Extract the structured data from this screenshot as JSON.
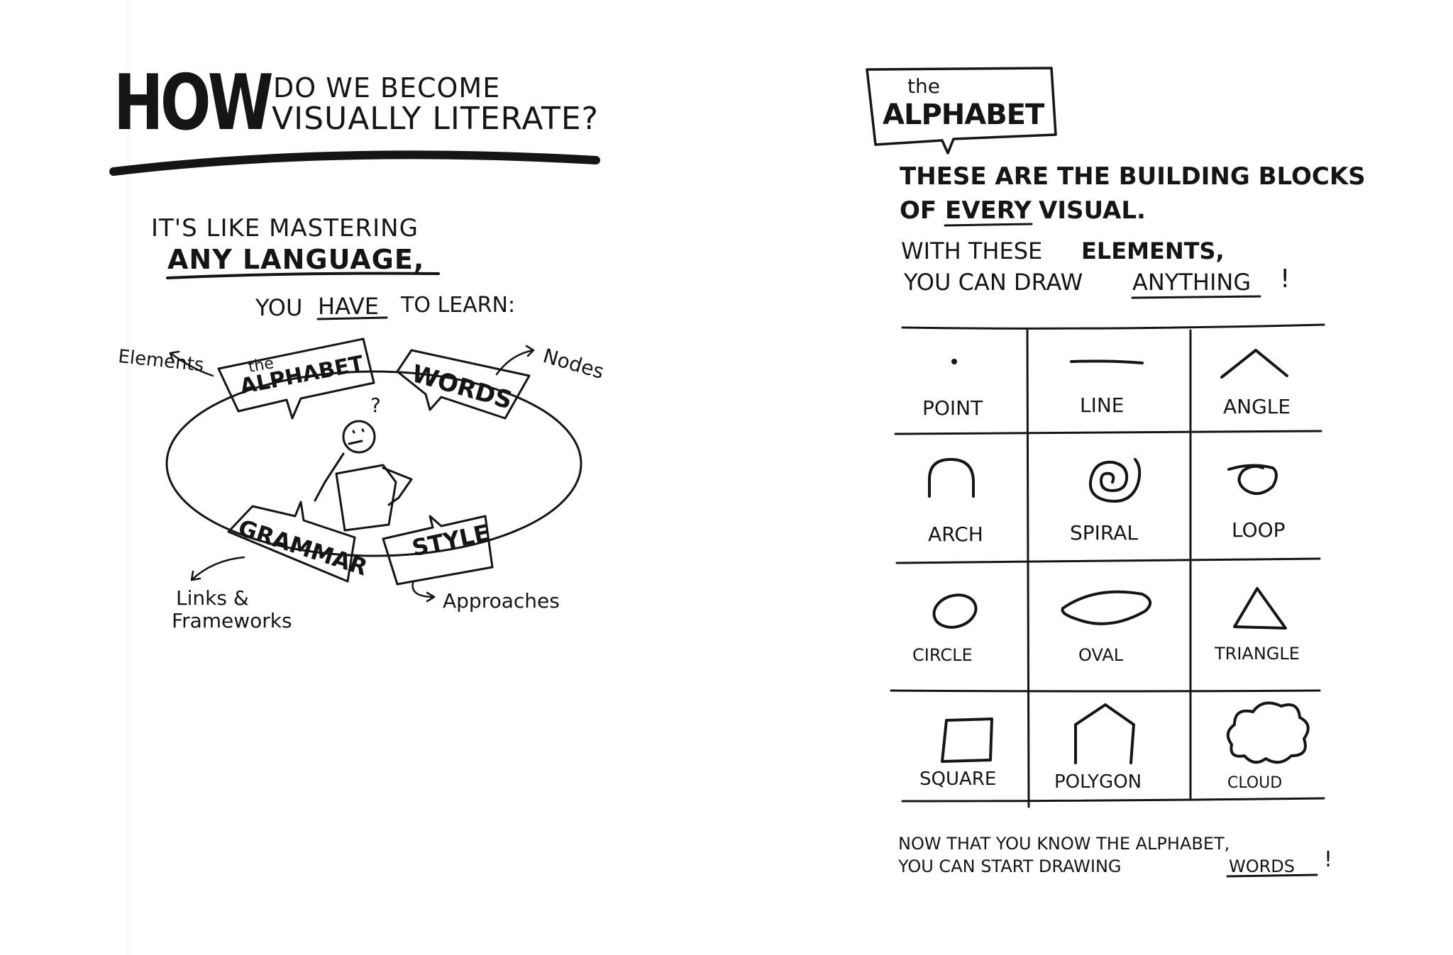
{
  "left_page": {
    "title_big": "HOW",
    "title_line1": "DO WE BECOME",
    "title_line2": "VISUALLY LITERATE?",
    "intro_line1": "IT'S LIKE MASTERING",
    "intro_line2": "ANY LANGUAGE,",
    "intro_line3_a": "YOU",
    "intro_line3_b": "HAVE",
    "intro_line3_c": "TO LEARN:",
    "diagram": {
      "alphabet_small": "the",
      "alphabet_big": "ALPHABET",
      "words": "WORDS",
      "grammar": "GRAMMAR",
      "style": "STYLE",
      "note_elements": "Elements",
      "note_nodes": "Nodes",
      "note_links_1": "Links &",
      "note_links_2": "Frameworks",
      "note_approaches": "Approaches",
      "question_mark": "?"
    }
  },
  "right_page": {
    "badge_small": "the",
    "badge_big": "ALPHABET",
    "heading_line1": "THESE ARE THE BUILDING BLOCKS",
    "heading_line2_a": "OF",
    "heading_line2_b": "EVERY",
    "heading_line2_c": "VISUAL.",
    "sub_line1_a": "WITH THESE",
    "sub_line1_b": "ELEMENTS,",
    "sub_line2_a": "YOU CAN DRAW",
    "sub_line2_b": "ANYTHING",
    "sub_line2_c": "!",
    "grid": [
      {
        "label": "POINT",
        "icon": "point-icon"
      },
      {
        "label": "LINE",
        "icon": "line-icon"
      },
      {
        "label": "ANGLE",
        "icon": "angle-icon"
      },
      {
        "label": "ARCH",
        "icon": "arch-icon"
      },
      {
        "label": "SPIRAL",
        "icon": "spiral-icon"
      },
      {
        "label": "LOOP",
        "icon": "loop-icon"
      },
      {
        "label": "CIRCLE",
        "icon": "circle-icon"
      },
      {
        "label": "OVAL",
        "icon": "oval-icon"
      },
      {
        "label": "TRIANGLE",
        "icon": "triangle-icon"
      },
      {
        "label": "SQUARE",
        "icon": "square-icon"
      },
      {
        "label": "POLYGON",
        "icon": "polygon-icon"
      },
      {
        "label": "CLOUD",
        "icon": "cloud-icon"
      }
    ],
    "footer_line1": "NOW THAT YOU KNOW THE ALPHABET,",
    "footer_line2_a": "YOU CAN START DRAWING",
    "footer_line2_b": "WORDS",
    "footer_line2_c": "!"
  }
}
